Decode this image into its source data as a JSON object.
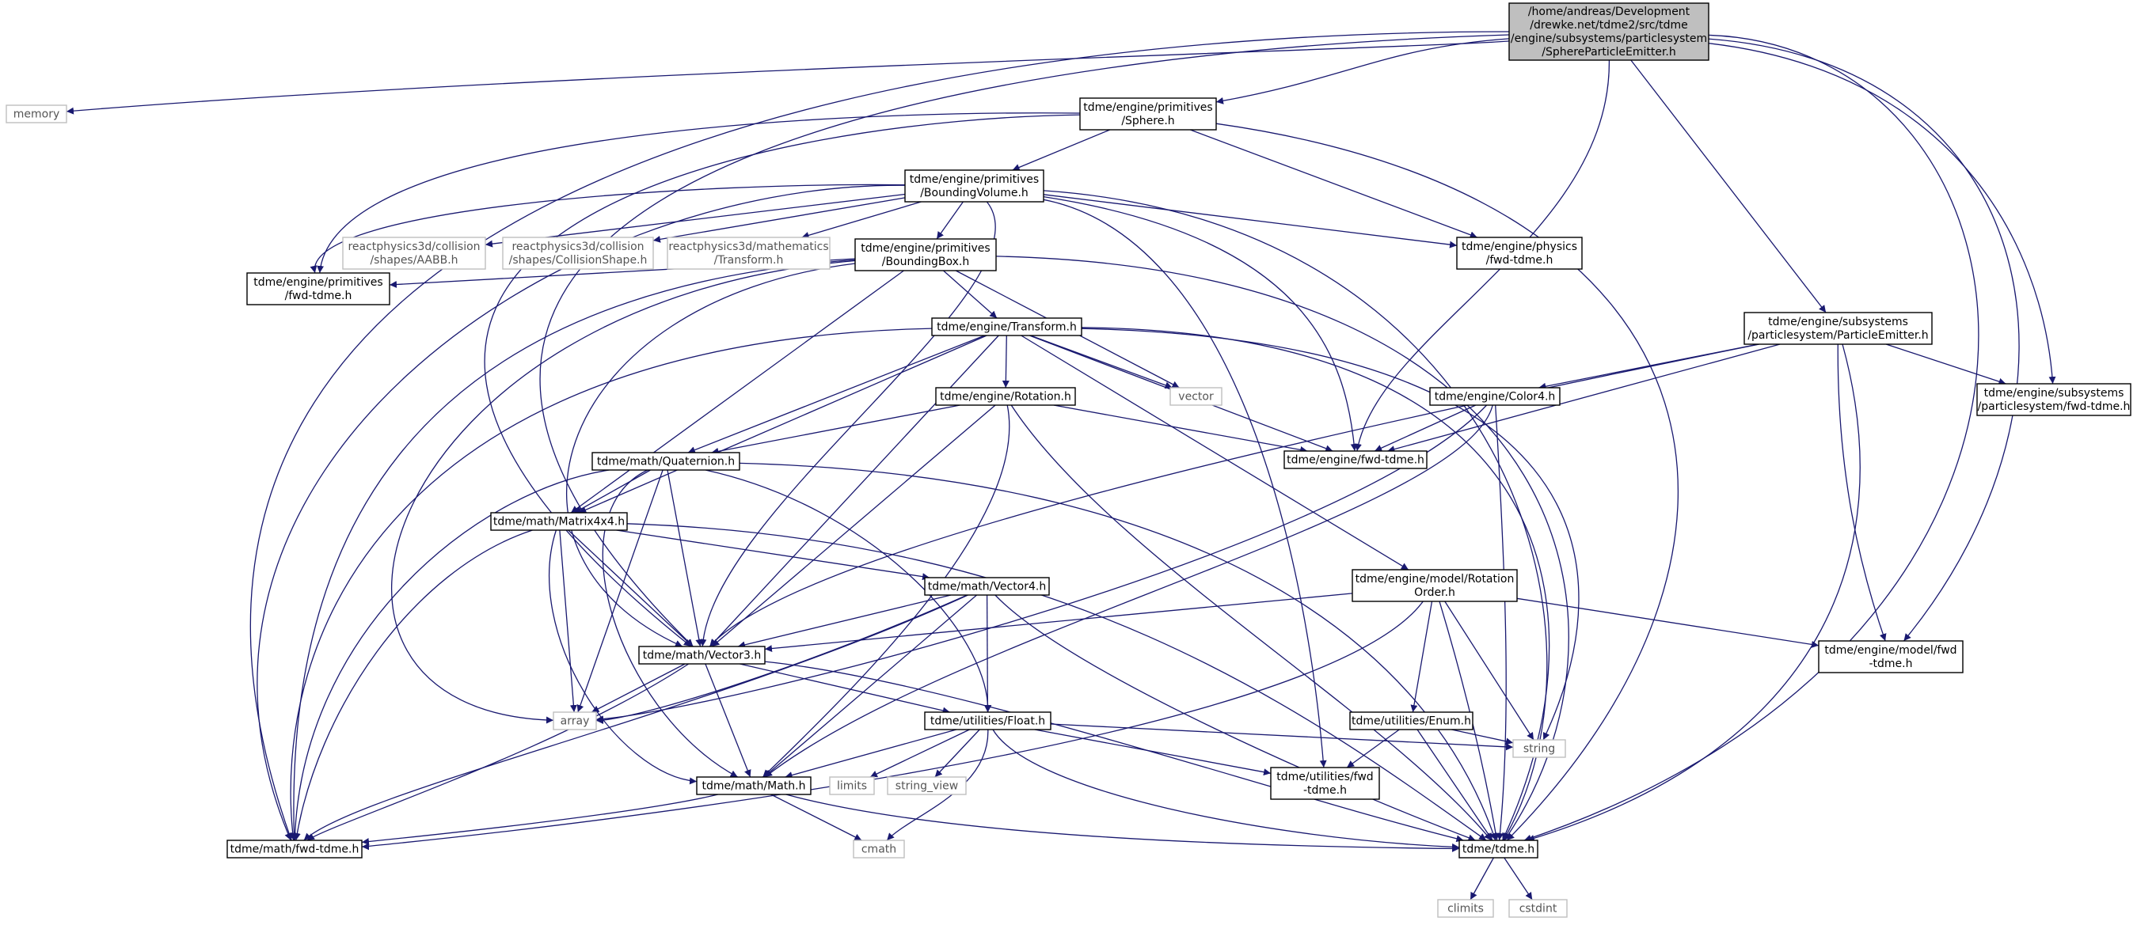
{
  "colors": {
    "edge": "#191970",
    "node_border": "#000000",
    "node_border_external": "#bfbfbf",
    "root_fill": "#bfbfbf",
    "node_fill": "#ffffff",
    "text": "#000000"
  },
  "graph": {
    "nodes": [
      {
        "id": "root",
        "kind": "root",
        "lines": [
          "/home/andreas/Development",
          "/drewke.net/tdme2/src/tdme",
          "/engine/subsystems/particlesystem",
          "/SphereParticleEmitter.h"
        ]
      },
      {
        "id": "memory",
        "kind": "external",
        "lines": [
          "memory"
        ]
      },
      {
        "id": "sphere",
        "kind": "normal",
        "lines": [
          "tdme/engine/primitives",
          "/Sphere.h"
        ]
      },
      {
        "id": "bvol",
        "kind": "normal",
        "lines": [
          "tdme/engine/primitives",
          "/BoundingVolume.h"
        ]
      },
      {
        "id": "aabb",
        "kind": "external",
        "lines": [
          "reactphysics3d/collision",
          "/shapes/AABB.h"
        ]
      },
      {
        "id": "cshape",
        "kind": "external",
        "lines": [
          "reactphysics3d/collision",
          "/shapes/CollisionShape.h"
        ]
      },
      {
        "id": "rp3dtr",
        "kind": "external",
        "lines": [
          "reactphysics3d/mathematics",
          "/Transform.h"
        ]
      },
      {
        "id": "bbox",
        "kind": "normal",
        "lines": [
          "tdme/engine/primitives",
          "/BoundingBox.h"
        ]
      },
      {
        "id": "physfwd",
        "kind": "normal",
        "lines": [
          "tdme/engine/physics",
          "/fwd-tdme.h"
        ]
      },
      {
        "id": "primfwd",
        "kind": "normal",
        "lines": [
          "tdme/engine/primitives",
          "/fwd-tdme.h"
        ]
      },
      {
        "id": "transform",
        "kind": "normal",
        "lines": [
          "tdme/engine/Transform.h"
        ]
      },
      {
        "id": "vector",
        "kind": "external",
        "lines": [
          "vector"
        ]
      },
      {
        "id": "rotation",
        "kind": "normal",
        "lines": [
          "tdme/engine/Rotation.h"
        ]
      },
      {
        "id": "enginefwd",
        "kind": "normal",
        "lines": [
          "tdme/engine/fwd-tdme.h"
        ]
      },
      {
        "id": "pemitter",
        "kind": "normal",
        "lines": [
          "tdme/engine/subsystems",
          "/particlesystem/ParticleEmitter.h"
        ]
      },
      {
        "id": "psfwd",
        "kind": "normal",
        "lines": [
          "tdme/engine/subsystems",
          "/particlesystem/fwd-tdme.h"
        ]
      },
      {
        "id": "color4",
        "kind": "normal",
        "lines": [
          "tdme/engine/Color4.h"
        ]
      },
      {
        "id": "quat",
        "kind": "normal",
        "lines": [
          "tdme/math/Quaternion.h"
        ]
      },
      {
        "id": "mat4",
        "kind": "normal",
        "lines": [
          "tdme/math/Matrix4x4.h"
        ]
      },
      {
        "id": "vec4",
        "kind": "normal",
        "lines": [
          "tdme/math/Vector4.h"
        ]
      },
      {
        "id": "rotorder",
        "kind": "normal",
        "lines": [
          "tdme/engine/model/Rotation",
          "Order.h"
        ]
      },
      {
        "id": "vec3",
        "kind": "normal",
        "lines": [
          "tdme/math/Vector3.h"
        ]
      },
      {
        "id": "modelfwd",
        "kind": "normal",
        "lines": [
          "tdme/engine/model/fwd",
          "-tdme.h"
        ]
      },
      {
        "id": "array",
        "kind": "external",
        "lines": [
          "array"
        ]
      },
      {
        "id": "float",
        "kind": "normal",
        "lines": [
          "tdme/utilities/Float.h"
        ]
      },
      {
        "id": "enum",
        "kind": "normal",
        "lines": [
          "tdme/utilities/Enum.h"
        ]
      },
      {
        "id": "limits",
        "kind": "external",
        "lines": [
          "limits"
        ]
      },
      {
        "id": "string_view",
        "kind": "external",
        "lines": [
          "string_view"
        ]
      },
      {
        "id": "string",
        "kind": "external",
        "lines": [
          "string"
        ]
      },
      {
        "id": "utilfwd",
        "kind": "normal",
        "lines": [
          "tdme/utilities/fwd",
          "-tdme.h"
        ]
      },
      {
        "id": "math",
        "kind": "normal",
        "lines": [
          "tdme/math/Math.h"
        ]
      },
      {
        "id": "mathfwd",
        "kind": "normal",
        "lines": [
          "tdme/math/fwd-tdme.h"
        ]
      },
      {
        "id": "cmath",
        "kind": "external",
        "lines": [
          "cmath"
        ]
      },
      {
        "id": "tdme",
        "kind": "normal",
        "lines": [
          "tdme/tdme.h"
        ]
      },
      {
        "id": "climits",
        "kind": "external",
        "lines": [
          "climits"
        ]
      },
      {
        "id": "cstdint",
        "kind": "external",
        "lines": [
          "cstdint"
        ]
      }
    ],
    "edges": [
      [
        "root",
        "memory"
      ],
      [
        "root",
        "sphere"
      ],
      [
        "root",
        "vec3"
      ],
      [
        "root",
        "mathfwd"
      ],
      [
        "root",
        "enginefwd"
      ],
      [
        "root",
        "pemitter"
      ],
      [
        "root",
        "psfwd"
      ],
      [
        "root",
        "modelfwd"
      ],
      [
        "root",
        "tdme"
      ],
      [
        "sphere",
        "bvol"
      ],
      [
        "sphere",
        "physfwd"
      ],
      [
        "sphere",
        "primfwd"
      ],
      [
        "sphere",
        "vec3"
      ],
      [
        "sphere",
        "tdme"
      ],
      [
        "bvol",
        "aabb"
      ],
      [
        "bvol",
        "cshape"
      ],
      [
        "bvol",
        "rp3dtr"
      ],
      [
        "bvol",
        "bbox"
      ],
      [
        "bvol",
        "physfwd"
      ],
      [
        "bvol",
        "primfwd"
      ],
      [
        "bvol",
        "enginefwd"
      ],
      [
        "bvol",
        "vec3"
      ],
      [
        "bvol",
        "mathfwd"
      ],
      [
        "bvol",
        "utilfwd"
      ],
      [
        "bvol",
        "tdme"
      ],
      [
        "bbox",
        "primfwd"
      ],
      [
        "bbox",
        "transform"
      ],
      [
        "bbox",
        "vector"
      ],
      [
        "bbox",
        "mat4"
      ],
      [
        "bbox",
        "vec3"
      ],
      [
        "bbox",
        "array"
      ],
      [
        "bbox",
        "mathfwd"
      ],
      [
        "bbox",
        "tdme"
      ],
      [
        "transform",
        "rotation"
      ],
      [
        "transform",
        "enginefwd"
      ],
      [
        "transform",
        "vector"
      ],
      [
        "transform",
        "quat"
      ],
      [
        "transform",
        "mat4"
      ],
      [
        "transform",
        "vec3"
      ],
      [
        "transform",
        "rotorder"
      ],
      [
        "transform",
        "string"
      ],
      [
        "transform",
        "mathfwd"
      ],
      [
        "transform",
        "tdme"
      ],
      [
        "rotation",
        "quat"
      ],
      [
        "rotation",
        "enginefwd"
      ],
      [
        "rotation",
        "vec3"
      ],
      [
        "rotation",
        "math"
      ],
      [
        "rotation",
        "tdme"
      ],
      [
        "pemitter",
        "psfwd"
      ],
      [
        "pemitter",
        "color4"
      ],
      [
        "pemitter",
        "enginefwd"
      ],
      [
        "pemitter",
        "modelfwd"
      ],
      [
        "pemitter",
        "vec3"
      ],
      [
        "pemitter",
        "tdme"
      ],
      [
        "color4",
        "enginefwd"
      ],
      [
        "color4",
        "array"
      ],
      [
        "color4",
        "math"
      ],
      [
        "color4",
        "tdme"
      ],
      [
        "quat",
        "mat4"
      ],
      [
        "quat",
        "vec3"
      ],
      [
        "quat",
        "array"
      ],
      [
        "quat",
        "math"
      ],
      [
        "quat",
        "float"
      ],
      [
        "quat",
        "mathfwd"
      ],
      [
        "quat",
        "tdme"
      ],
      [
        "mat4",
        "vec4"
      ],
      [
        "mat4",
        "vec3"
      ],
      [
        "mat4",
        "array"
      ],
      [
        "mat4",
        "math"
      ],
      [
        "mat4",
        "mathfwd"
      ],
      [
        "mat4",
        "tdme"
      ],
      [
        "vec4",
        "vec3"
      ],
      [
        "vec4",
        "array"
      ],
      [
        "vec4",
        "math"
      ],
      [
        "vec4",
        "float"
      ],
      [
        "vec4",
        "mathfwd"
      ],
      [
        "vec4",
        "tdme"
      ],
      [
        "rotorder",
        "vec3"
      ],
      [
        "rotorder",
        "modelfwd"
      ],
      [
        "rotorder",
        "enum"
      ],
      [
        "rotorder",
        "string"
      ],
      [
        "rotorder",
        "mathfwd"
      ],
      [
        "rotorder",
        "tdme"
      ],
      [
        "vec3",
        "array"
      ],
      [
        "vec3",
        "float"
      ],
      [
        "vec3",
        "math"
      ],
      [
        "vec3",
        "mathfwd"
      ],
      [
        "vec3",
        "tdme"
      ],
      [
        "float",
        "limits"
      ],
      [
        "float",
        "string_view"
      ],
      [
        "float",
        "string"
      ],
      [
        "float",
        "math"
      ],
      [
        "float",
        "utilfwd"
      ],
      [
        "float",
        "cmath"
      ],
      [
        "float",
        "tdme"
      ],
      [
        "enum",
        "utilfwd"
      ],
      [
        "enum",
        "string"
      ],
      [
        "enum",
        "tdme"
      ],
      [
        "math",
        "cmath"
      ],
      [
        "math",
        "mathfwd"
      ],
      [
        "math",
        "tdme"
      ],
      [
        "tdme",
        "climits"
      ],
      [
        "tdme",
        "cstdint"
      ]
    ]
  }
}
